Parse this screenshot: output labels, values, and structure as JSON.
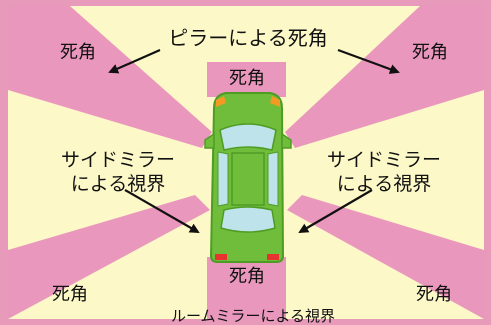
{
  "colors": {
    "frame": "#e89aba",
    "background": "#fcf8c7",
    "blind_spot": "#ea97bd",
    "car_body": "#6fbd3b",
    "car_dark": "#4f9c25",
    "window": "#bfe3ea",
    "headlight": "#f39a23",
    "taillight": "#e63231",
    "arrow": "#111111"
  },
  "labels": {
    "pillar_blind_spot": "ピラーによる死角",
    "blind_spot_top_left": "死角",
    "blind_spot_top_right": "死角",
    "blind_spot_front": "死角",
    "side_mirror_left_line1": "サイドミラー",
    "side_mirror_left_line2": "による視界",
    "side_mirror_right_line1": "サイドミラー",
    "side_mirror_right_line2": "による視界",
    "blind_spot_rear": "死角",
    "blind_spot_bottom_left": "死角",
    "blind_spot_bottom_right": "死角",
    "room_mirror_view": "ルームミラーによる視界"
  }
}
